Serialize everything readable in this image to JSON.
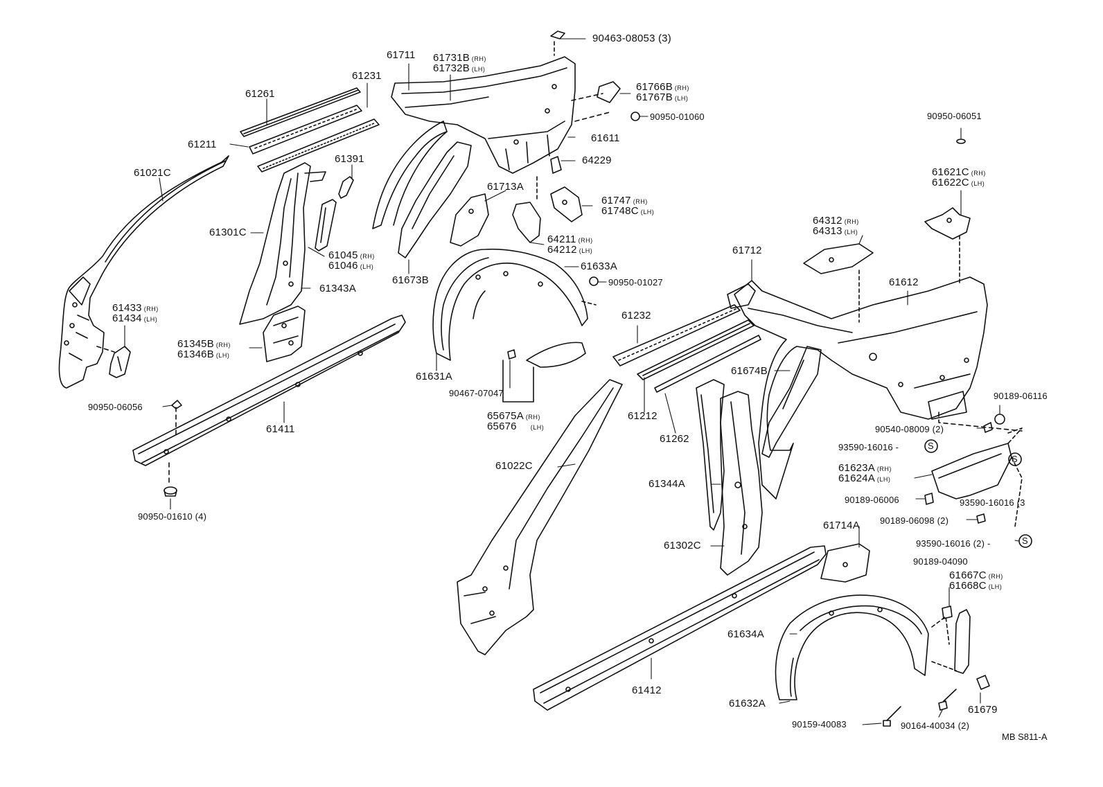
{
  "diagram_ref": "MB  S811-A",
  "markers": {
    "s_mark": "S"
  },
  "labels": {
    "p90463_08053": "90463-08053 (3)",
    "p61711": "61711",
    "p61731B": "61731B",
    "p61731B_s": "(RH)",
    "p61732B": "61732B",
    "p61732B_s": "(LH)",
    "p61231": "61231",
    "p61261": "61261",
    "p61211": "61211",
    "p61021C": "61021C",
    "p61391": "61391",
    "p61301C": "61301C",
    "p61045": "61045",
    "p61045_s": "(RH)",
    "p61046": "61046",
    "p61046_s": "(LH)",
    "p61343A": "61343A",
    "p61433": "61433",
    "p61433_s": "(RH)",
    "p61434": "61434",
    "p61434_s": "(LH)",
    "p61345B": "61345B",
    "p61345B_s": "(RH)",
    "p61346B": "61346B",
    "p61346B_s": "(LH)",
    "p90950_06056": "90950-06056",
    "p61411": "61411",
    "p90950_01610": "90950-01610 (4)",
    "p61766B": "61766B",
    "p61766B_s": "(RH)",
    "p61767B": "61767B",
    "p61767B_s": "(LH)",
    "p90950_01060": "90950-01060",
    "p61611": "61611",
    "p64229": "64229",
    "p61713A": "61713A",
    "p61747": "61747",
    "p61747_s": "(RH)",
    "p61748C": "61748C",
    "p61748C_s": "(LH)",
    "p64211": "64211",
    "p64211_s": "(RH)",
    "p64212": "64212",
    "p64212_s": "(LH)",
    "p61673B": "61673B",
    "p61633A": "61633A",
    "p90950_01027": "90950-01027",
    "p61631A": "61631A",
    "p90467_07047": "90467-07047",
    "p65675A": "65675A",
    "p65675A_s": "(RH)",
    "p65676": "65676",
    "p65676_s": "(LH)",
    "p90950_06051": "90950-06051",
    "p61621C": "61621C",
    "p61621C_s": "(RH)",
    "p61622C": "61622C",
    "p61622C_s": "(LH)",
    "p64312": "64312",
    "p64312_s": "(RH)",
    "p64313": "64313",
    "p64313_s": "(LH)",
    "p61712": "61712",
    "p61612": "61612",
    "p61232": "61232",
    "p61674B": "61674B",
    "p61212": "61212",
    "p61262": "61262",
    "p61022C": "61022C",
    "p61344A": "61344A",
    "p61302C": "61302C",
    "p90189_06116": "90189-06116",
    "p90540_08009": "90540-08009 (2)",
    "p93590_16016a": "93590-16016 -",
    "p61623A": "61623A",
    "p61623A_s": "(RH)",
    "p61624A": "61624A",
    "p61624A_s": "(LH)",
    "p90189_06006": "90189-06006",
    "p93590_16016b": "93590-16016 (3",
    "p90189_06098": "90189-06098 (2)",
    "p61714A": "61714A",
    "p93590_16016c": "93590-16016 (2) -",
    "p90189_04090": "90189-04090",
    "p61667C": "61667C",
    "p61667C_s": "(RH)",
    "p61668C": "61668C",
    "p61668C_s": "(LH)",
    "p61634A": "61634A",
    "p61412": "61412",
    "p61632A": "61632A",
    "p61679": "61679",
    "p90159_40083": "90159-40083",
    "p90164_40034": "90164-40034 (2)"
  }
}
